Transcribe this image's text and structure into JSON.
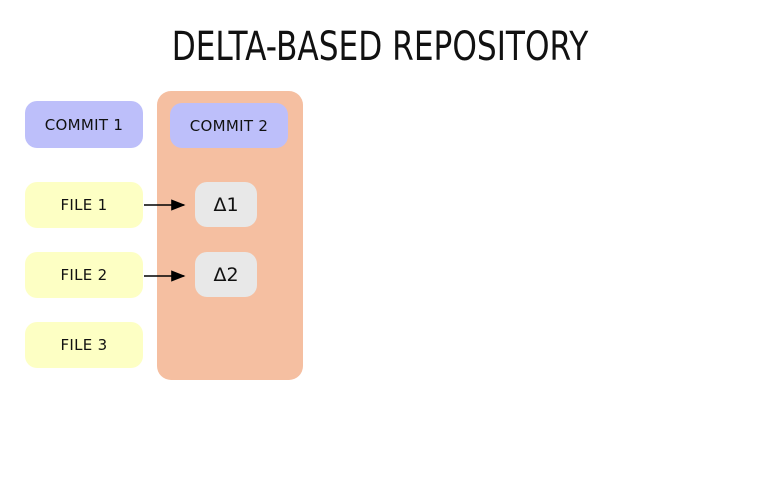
{
  "title": "DELTA-BASED REPOSITORY",
  "colors": {
    "backgroundColor": "#ffffff",
    "textColor": "#111111",
    "commitBg": "#bdbffa",
    "containerBg": "#f5bfa1",
    "fileBg": "#fdffc4",
    "deltaBg": "#e8e8e8",
    "arrowColor": "#000000"
  },
  "diagram": {
    "commit1": {
      "label": "COMMIT 1"
    },
    "commit2": {
      "label": "COMMIT 2"
    },
    "files": [
      {
        "label": "FILE 1"
      },
      {
        "label": "FILE 2"
      },
      {
        "label": "FILE 3"
      }
    ],
    "deltas": [
      {
        "label": "Δ1"
      },
      {
        "label": "Δ2"
      }
    ],
    "arrows": [
      {
        "from": "FILE 1",
        "to": "Δ1"
      },
      {
        "from": "FILE 2",
        "to": "Δ2"
      }
    ]
  }
}
